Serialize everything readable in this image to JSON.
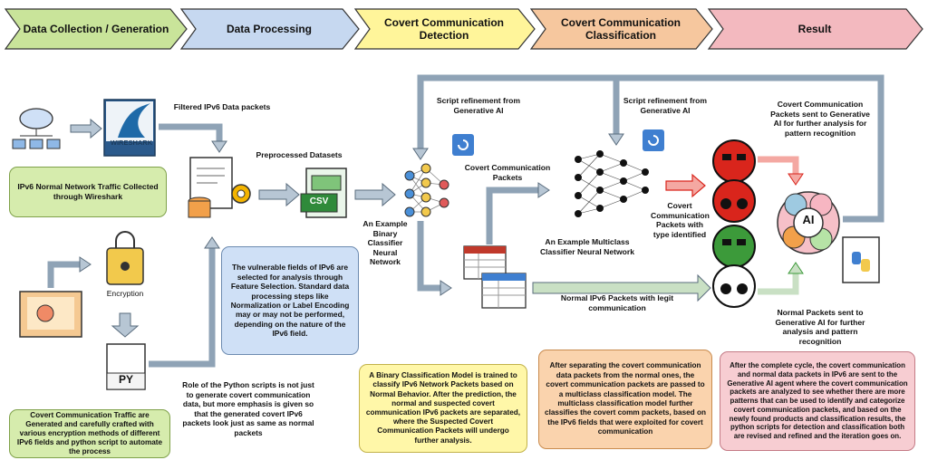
{
  "stages": [
    {
      "label": "Data Collection / Generation",
      "color": "#c9e49a"
    },
    {
      "label": "Data Processing",
      "color": "#c6d8f0"
    },
    {
      "label": "Covert Communication Detection",
      "color": "#fff59a"
    },
    {
      "label": "Covert Communication Classification",
      "color": "#f6c79e"
    },
    {
      "label": "Result",
      "color": "#f3b9bf"
    }
  ],
  "labels": {
    "filtered": "Filtered IPv6 Data packets",
    "wireshark": "WIRESHARK",
    "preprocessed": "Preprocessed Datasets",
    "csv": "CSV",
    "encryption": "Encryption",
    "py": "PY",
    "script_ref_1": "Script refinement from Generative AI",
    "script_ref_2": "Script refinement from Generative AI",
    "covert_packets": "Covert Communication Packets",
    "binary_classifier": "An Example Binary Classifier Neural Network",
    "multiclass": "An Example Multiclass Classifier Neural Network",
    "covert_type": "Covert Communication Packets with type identified",
    "normal_packets": "Normal IPv6 Packets with legit communication",
    "covert_to_ai": "Covert Communication Packets sent to Generative AI for further analysis for pattern recognition",
    "normal_to_ai": "Normal Packets sent to Generative AI for further analysis and pattern recognition",
    "ai": "AI",
    "python_role": "Role of the Python scripts is not just to generate covert communication data, but more emphasis is given so that the generated covert IPv6 packets look just as same as normal packets"
  },
  "boxes": {
    "ipv6_normal": "IPv6 Normal Network Traffic Collected through Wireshark",
    "covert_generated": "Covert Communication Traffic are Generated and carefully crafted with various encryption methods of different IPv6 fields and python script to automate the process",
    "vulnerable_fields": "The vulnerable fields of IPv6 are selected for analysis through Feature Selection. Standard data processing steps like Normalization or Label Encoding may or may not be performed, depending on the nature of the IPv6 field.",
    "binary_model": "A Binary Classification Model is trained to classify IPv6 Network Packets based on Normal Behavior. After the prediction, the normal and suspected covert communication IPv6 packets are separated, where the Suspected Covert Communication Packets will undergo further analysis.",
    "multiclass_model": "After separating the covert communication data packets from the normal ones, the covert communication packets are passed to a multiclass classification model. The multiclass classification model further classifies the covert comm packets, based on the IPv6 fields that were exploited for covert communication",
    "cycle": "After the complete cycle, the covert communication and normal data packets in IPv6 are sent to the Generative AI agent where the covert communication packets are analyzed to see whether there are more patterns that can be used to identify and categorize covert communication packets, and based on the newly found products and classification results, the python scripts for detection and classification both are revised and refined and the iteration goes on."
  },
  "colors": {
    "green_box": "#d6ecad",
    "blue_box": "#cfe0f6",
    "yellow_box": "#fff7a8",
    "orange_box": "#fad3ad",
    "pink_box": "#f7cdd2",
    "arrow": "#8fa3b6",
    "red": "#d9251c",
    "green": "#3c9a3a"
  }
}
